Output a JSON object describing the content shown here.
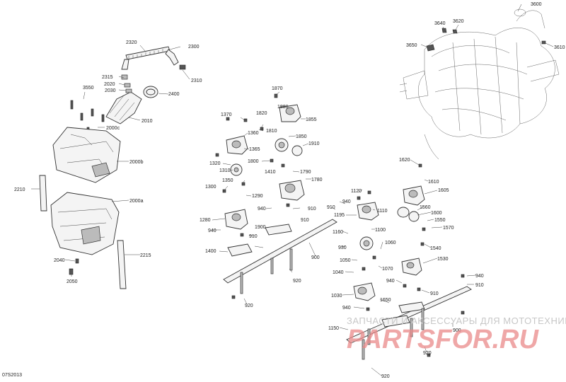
{
  "diagram_code": "07S2013",
  "watermark": {
    "line1": "ЗАПЧАСТИ И АКСЕССУАРЫ ДЛЯ МОТОТЕХНИКИ",
    "line2": "PARTSFOR.RU"
  },
  "callouts": {
    "c3600": "3600",
    "c3640": "3640",
    "c3620": "3620",
    "c3650": "3650",
    "c3610": "3610",
    "c2320": "2320",
    "c2300": "2300",
    "c2310": "2310",
    "c2315": "2315",
    "c2020": "2020",
    "c2030": "2030",
    "c2400": "2400",
    "c3550": "3550",
    "c2010": "2010",
    "c2000c": "2000c",
    "c2000b": "2000b",
    "c2000a": "2000a",
    "c2210": "2210",
    "c2215": "2215",
    "c2040": "2040",
    "c2050": "2050",
    "c1870": "1870",
    "c1880": "1880",
    "c1855": "1855",
    "c1820": "1820",
    "c1810": "1810",
    "c1850": "1850",
    "c1910": "1910",
    "c1370": "1370",
    "c1360": "1360",
    "c1365": "1365",
    "c1320": "1320",
    "c1310": "1310",
    "c1800": "1800",
    "c1410": "1410",
    "c1790": "1790",
    "c1350": "1350",
    "c1300": "1300",
    "c1780": "1780",
    "c1290": "1290",
    "c940a": "940",
    "c910a": "910",
    "c1280": "1280",
    "c940b": "940",
    "c910b": "910",
    "c1900": "1900",
    "c1400": "1400",
    "c910c": "910",
    "c900a": "900",
    "c920a": "920",
    "c920b": "920",
    "c1120": "1120",
    "c940c": "940",
    "c910d": "910",
    "c1110": "1110",
    "c1195": "1195",
    "c1160": "1160",
    "c1100": "1100",
    "c930": "930",
    "c1060": "1060",
    "c1050": "1050",
    "c1070": "1070",
    "c1040": "1040",
    "c1030": "1030",
    "c1620": "1620",
    "c1610": "1610",
    "c1605": "1605",
    "c1560": "1560",
    "c1600": "1600",
    "c1550": "1550",
    "c1570": "1570",
    "c1540": "1540",
    "c1530": "1530",
    "c940d": "940",
    "c910e": "910",
    "c940e": "940",
    "c910f": "910",
    "c1650": "1650",
    "c940f": "940",
    "c1150": "1150",
    "c900b": "900",
    "c920c": "920",
    "c920d": "920"
  }
}
